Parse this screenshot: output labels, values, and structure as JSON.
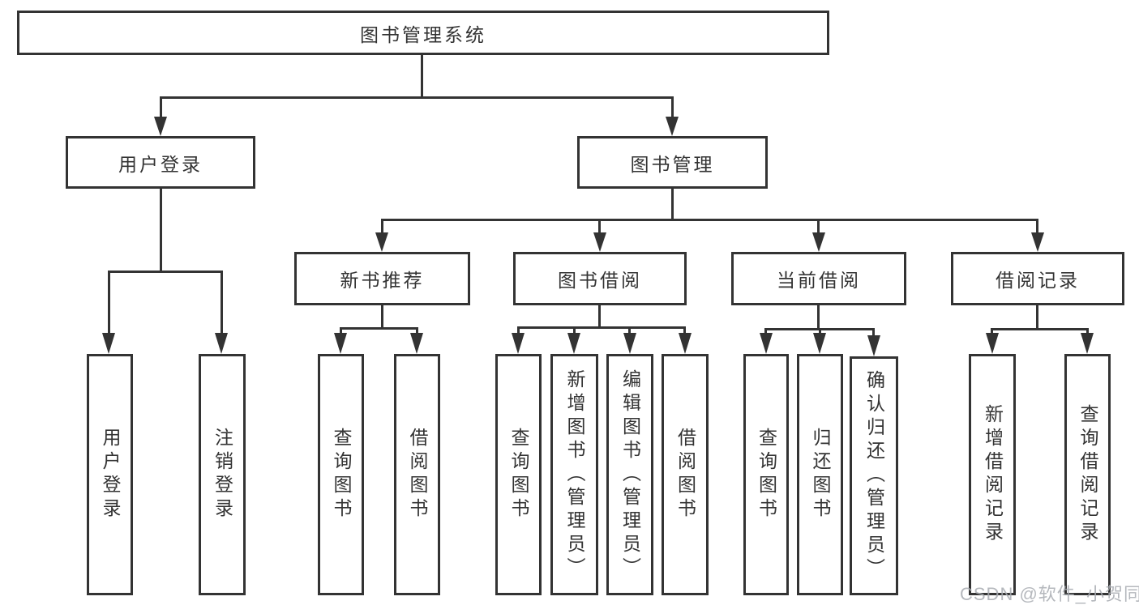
{
  "diagram": {
    "type": "tree",
    "title": "图书管理系统",
    "nodes": {
      "root": {
        "label": "图书管理系统"
      },
      "level2": [
        {
          "id": "user-login",
          "label": "用户登录"
        },
        {
          "id": "book-management",
          "label": "图书管理"
        }
      ],
      "level3": [
        {
          "id": "new-book-recommend",
          "label": "新书推荐",
          "parent": "图书管理"
        },
        {
          "id": "book-borrow",
          "label": "图书借阅",
          "parent": "图书管理"
        },
        {
          "id": "current-borrow",
          "label": "当前借阅",
          "parent": "图书管理"
        },
        {
          "id": "borrow-records",
          "label": "借阅记录",
          "parent": "图书管理"
        }
      ],
      "leaves": [
        {
          "id": "user-login-leaf",
          "label": "用户登录",
          "parent": "用户登录"
        },
        {
          "id": "logout-leaf",
          "label": "注销登录",
          "parent": "用户登录"
        },
        {
          "id": "query-books-recommend",
          "label": "查询图书",
          "parent": "新书推荐"
        },
        {
          "id": "borrow-books-recommend",
          "label": "借阅图书",
          "parent": "新书推荐"
        },
        {
          "id": "query-books-borrow",
          "label": "查询图书",
          "parent": "图书借阅"
        },
        {
          "id": "add-books-admin",
          "label": "新增图书（管理员）",
          "parent": "图书借阅"
        },
        {
          "id": "edit-books-admin",
          "label": "编辑图书（管理员）",
          "parent": "图书借阅"
        },
        {
          "id": "borrow-books-borrow",
          "label": "借阅图书",
          "parent": "图书借阅"
        },
        {
          "id": "query-books-current",
          "label": "查询图书",
          "parent": "当前借阅"
        },
        {
          "id": "return-books",
          "label": "归还图书",
          "parent": "当前借阅"
        },
        {
          "id": "confirm-return-admin",
          "label": "确认归还（管理员）",
          "parent": "当前借阅"
        },
        {
          "id": "add-borrow-record",
          "label": "新增借阅记录",
          "parent": "借阅记录"
        },
        {
          "id": "query-borrow-record",
          "label": "查询借阅记录",
          "parent": "借阅记录"
        }
      ]
    },
    "colors": {
      "line": "#333333",
      "text": "#333333",
      "background": "#ffffff",
      "watermark": "#a8acb2"
    }
  },
  "watermark": {
    "text": "CSDN @软件_小贺同学"
  }
}
